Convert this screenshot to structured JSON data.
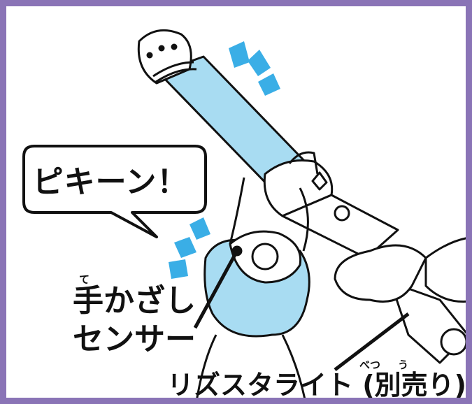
{
  "speech_bubble": {
    "text": "ピキーン！"
  },
  "sensor_label": {
    "line1": "手かざし",
    "line2": "センサー",
    "furigana_te": "て"
  },
  "product_label": {
    "text": "リズスタライト (別売り)",
    "furigana_betsu": "べつ",
    "furigana_u": "う"
  },
  "colors": {
    "border": "#8a74b6",
    "light_blue": "#a8dcf2",
    "accent_blue": "#3aaee6",
    "ink": "#111111"
  },
  "icons": [
    "motion-lines-icon",
    "motion-lines-icon"
  ]
}
